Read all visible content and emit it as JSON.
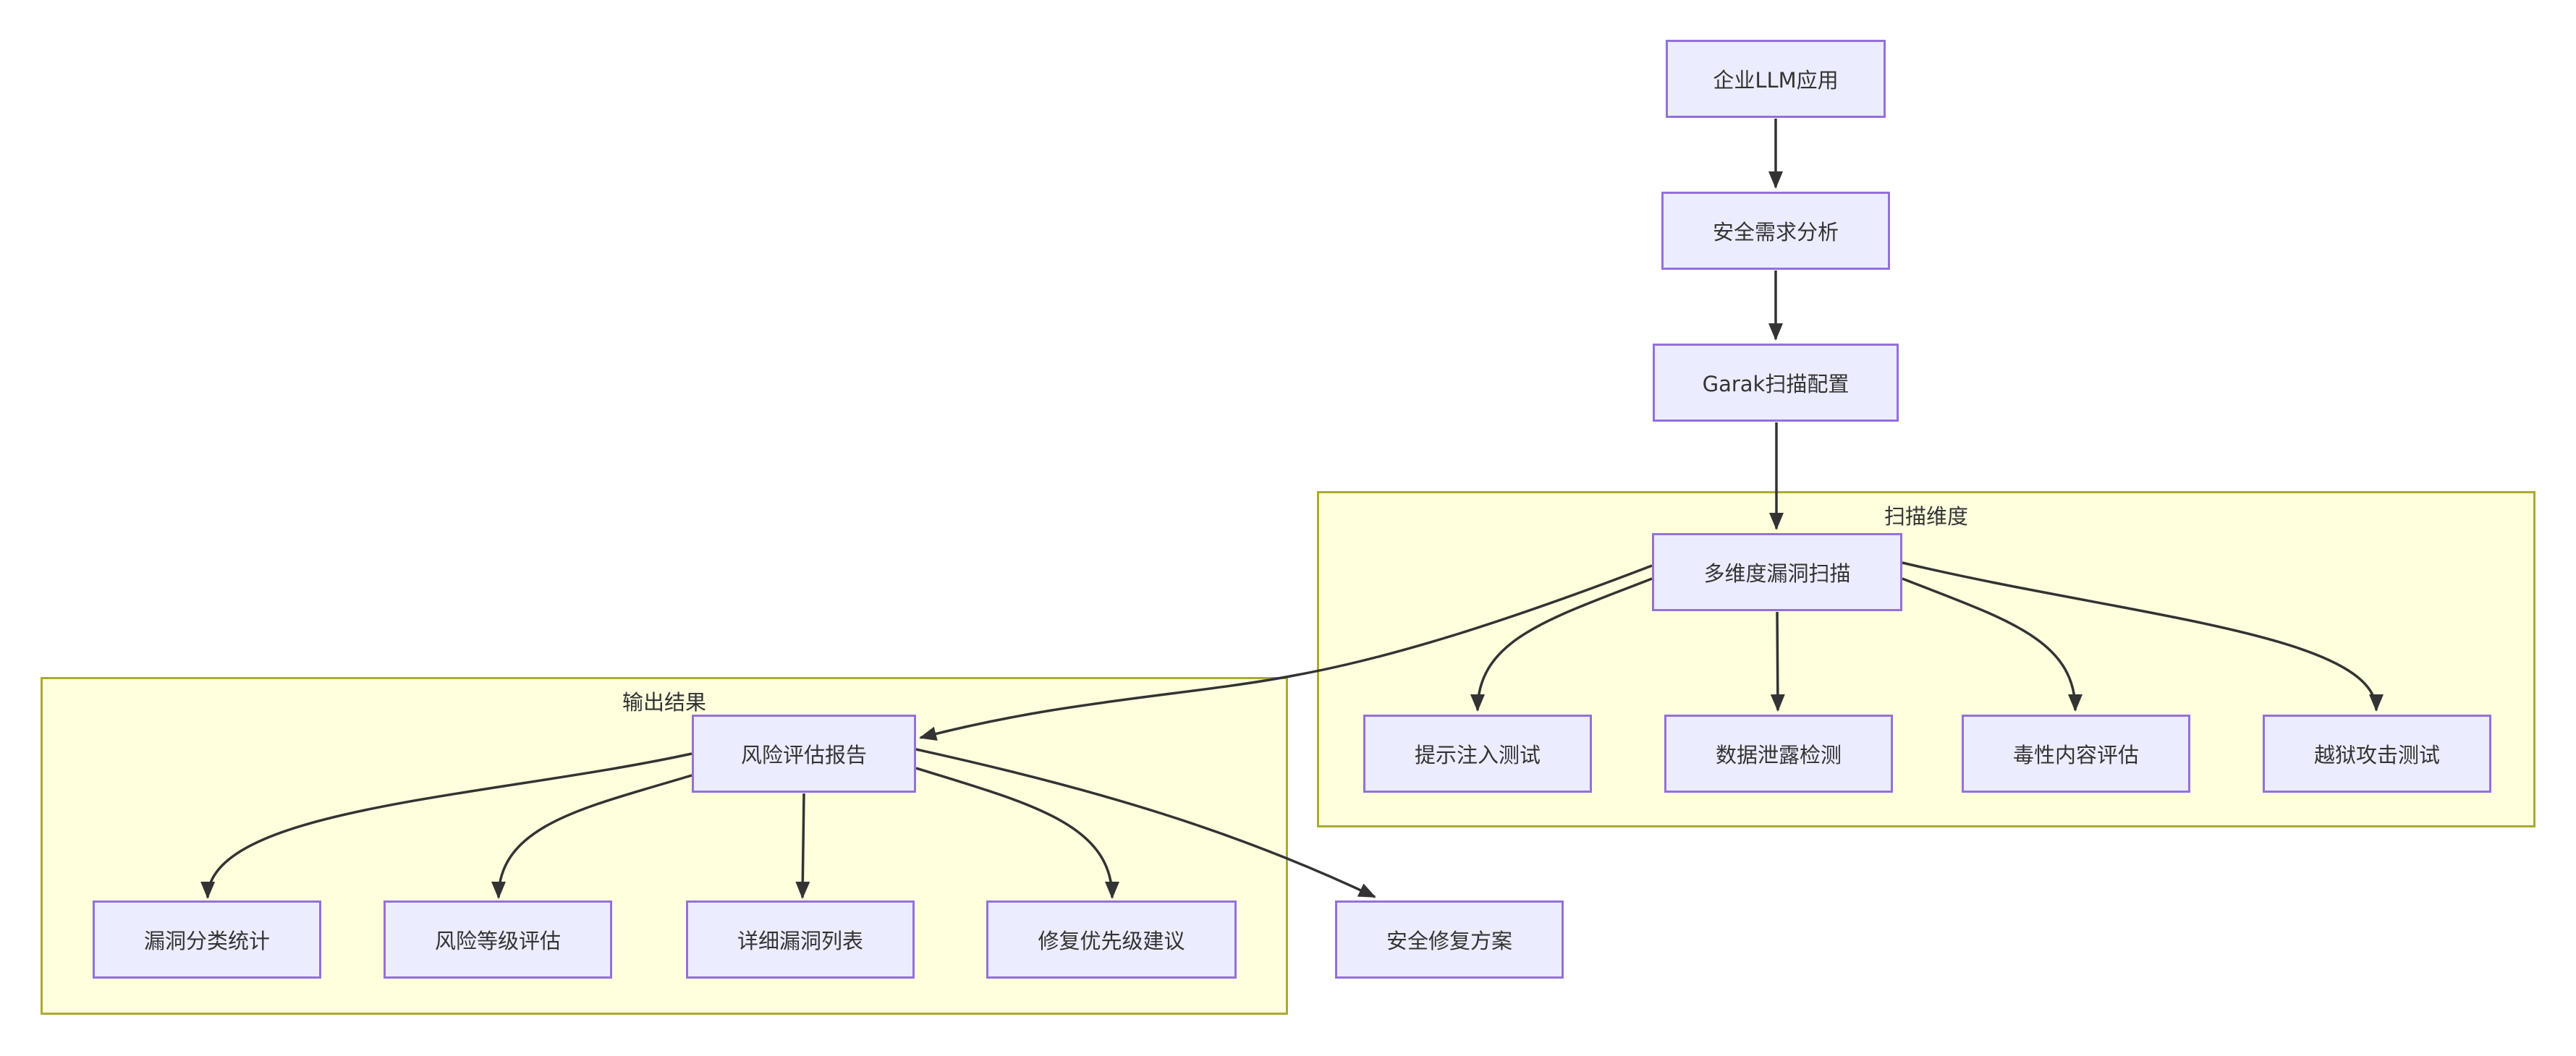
{
  "diagram": {
    "type": "flowchart-top-down",
    "colors": {
      "node_fill": "#ECECFF",
      "node_border": "#9370DB",
      "cluster_fill": "#FFFFDE",
      "cluster_border": "#AAAA33",
      "edge": "#333333",
      "text": "#333333",
      "background": "#FFFFFF"
    },
    "clusters": {
      "scan": {
        "label": "扫描维度"
      },
      "output": {
        "label": "输出结果"
      }
    },
    "nodes": {
      "llm_app": {
        "label": "企业LLM应用"
      },
      "sec_req": {
        "label": "安全需求分析"
      },
      "garak_cfg": {
        "label": "Garak扫描配置"
      },
      "multi_scan": {
        "label": "多维度漏洞扫描"
      },
      "prompt_inj": {
        "label": "提示注入测试"
      },
      "data_leak": {
        "label": "数据泄露检测"
      },
      "toxicity": {
        "label": "毒性内容评估"
      },
      "jailbreak": {
        "label": "越狱攻击测试"
      },
      "risk_report": {
        "label": "风险评估报告"
      },
      "vuln_stats": {
        "label": "漏洞分类统计"
      },
      "risk_level": {
        "label": "风险等级评估"
      },
      "vuln_list": {
        "label": "详细漏洞列表"
      },
      "fix_priority": {
        "label": "修复优先级建议"
      },
      "fix_plan": {
        "label": "安全修复方案"
      }
    },
    "edges": [
      {
        "from": "企业LLM应用",
        "to": "安全需求分析"
      },
      {
        "from": "安全需求分析",
        "to": "Garak扫描配置"
      },
      {
        "from": "Garak扫描配置",
        "to": "多维度漏洞扫描"
      },
      {
        "from": "多维度漏洞扫描",
        "to": "提示注入测试"
      },
      {
        "from": "多维度漏洞扫描",
        "to": "数据泄露检测"
      },
      {
        "from": "多维度漏洞扫描",
        "to": "毒性内容评估"
      },
      {
        "from": "多维度漏洞扫描",
        "to": "越狱攻击测试"
      },
      {
        "from": "多维度漏洞扫描",
        "to": "风险评估报告"
      },
      {
        "from": "风险评估报告",
        "to": "漏洞分类统计"
      },
      {
        "from": "风险评估报告",
        "to": "风险等级评估"
      },
      {
        "from": "风险评估报告",
        "to": "详细漏洞列表"
      },
      {
        "from": "风险评估报告",
        "to": "修复优先级建议"
      },
      {
        "from": "风险评估报告",
        "to": "安全修复方案"
      }
    ]
  }
}
